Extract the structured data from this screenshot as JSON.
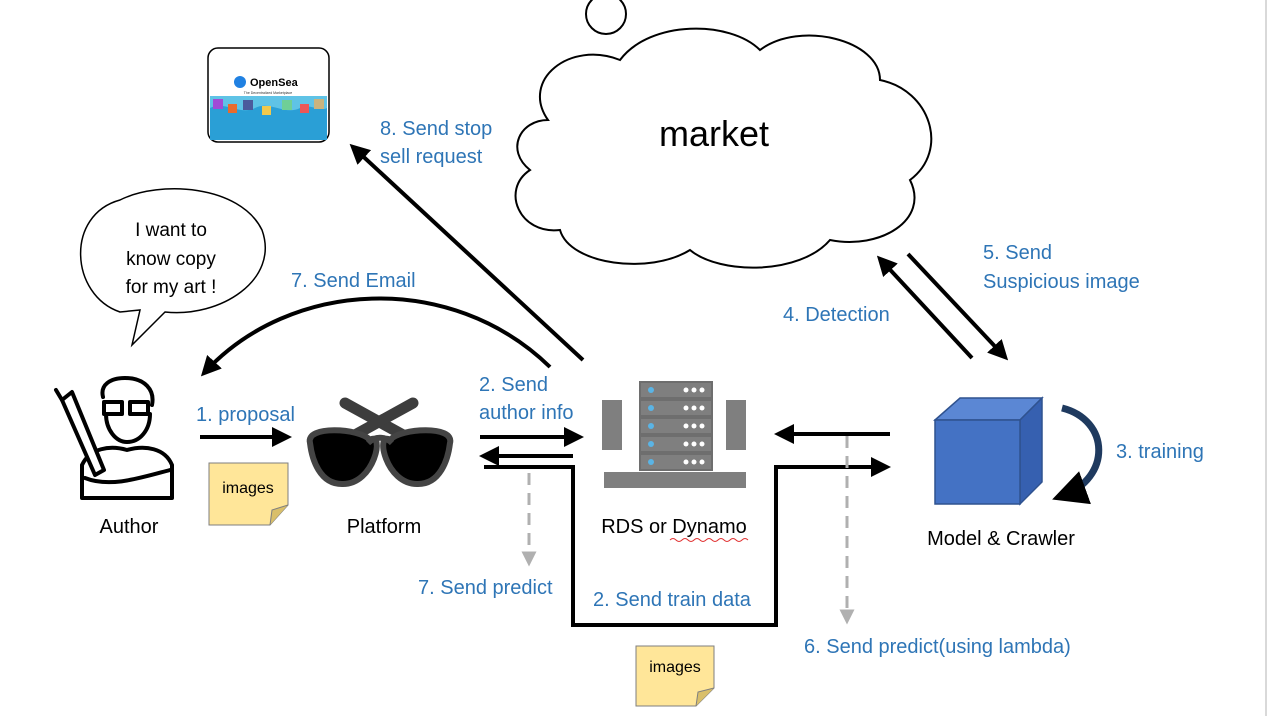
{
  "colors": {
    "label_blue": "#2e75b6",
    "db_gray": "#7f7f7f",
    "cube_blue": "#4472c4",
    "note_yellow": "#ffe699"
  },
  "cloud": {
    "label": "market"
  },
  "opensea": {
    "brand": "OpenSea",
    "tagline": "The Decentralized Marketplace"
  },
  "speech": {
    "lines": [
      "I want to",
      "know copy",
      "for my art !"
    ]
  },
  "nodes": {
    "author": "Author",
    "platform": "Platform",
    "db": "RDS or Dynamo",
    "model": "Model & Crawler"
  },
  "notes": {
    "images_1": "images",
    "images_2": "images"
  },
  "steps": {
    "s1": "1. proposal",
    "s2a": "2. Send",
    "s2b": "author info",
    "s2_train": "2. Send train data",
    "s3": "3. training",
    "s4": "4. Detection",
    "s5a": "5. Send",
    "s5b": "Suspicious image",
    "s6": "6. Send predict(using lambda)",
    "s7_email": "7. Send Email",
    "s7_predict": "7. Send predict",
    "s8a": "8. Send stop",
    "s8b": "sell request"
  }
}
